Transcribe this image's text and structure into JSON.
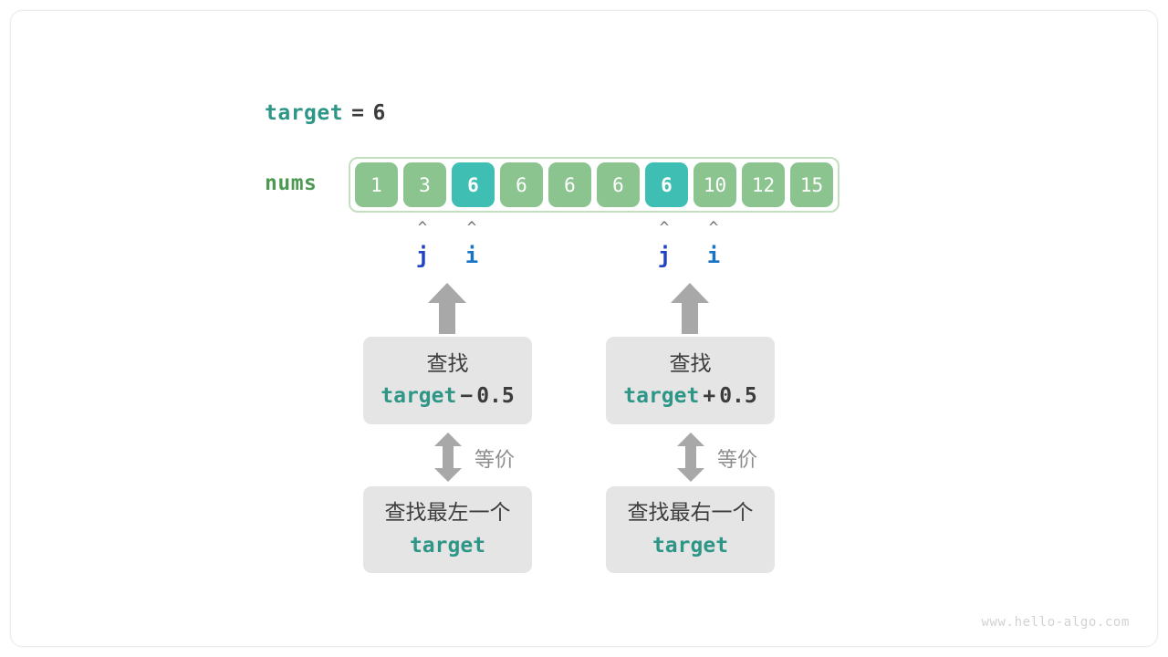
{
  "diagram": {
    "title_expr": {
      "name": "target",
      "operator": "=",
      "value": "6"
    },
    "array": {
      "label": "nums",
      "values": [
        "1",
        "3",
        "6",
        "6",
        "6",
        "6",
        "6",
        "10",
        "12",
        "15"
      ],
      "highlighted_indices": [
        2,
        6
      ],
      "cell_color": "#8cc490",
      "highlight_color": "#3fbfb4",
      "border_color": "#c4dfc0"
    },
    "pointer_groups": [
      {
        "id": "left",
        "caret": "^",
        "labels": [
          {
            "text": "j",
            "color": "#2042c4",
            "points_to_index": 1
          },
          {
            "text": "i",
            "color": "#1874c4",
            "points_to_index": 2
          }
        ]
      },
      {
        "id": "right",
        "caret": "^",
        "labels": [
          {
            "text": "j",
            "color": "#2042c4",
            "points_to_index": 6
          },
          {
            "text": "i",
            "color": "#1874c4",
            "points_to_index": 7
          }
        ]
      }
    ],
    "columns": [
      {
        "id": "left",
        "top_box": {
          "line1": "查找",
          "expr_keyword": "target",
          "expr_sign": "−",
          "expr_operand": "0.5"
        },
        "equiv_label": "等价",
        "bottom_box": {
          "line1": "查找最左一个",
          "line2": "target"
        }
      },
      {
        "id": "right",
        "top_box": {
          "line1": "查找",
          "expr_keyword": "target",
          "expr_sign": "+",
          "expr_operand": "0.5"
        },
        "equiv_label": "等价",
        "bottom_box": {
          "line1": "查找最右一个",
          "line2": "target"
        }
      }
    ],
    "colors": {
      "keyword_teal": "#2e9687",
      "array_green": "#4f9a53",
      "arrow_gray": "#a8a8a8",
      "box_gray": "#e5e5e5",
      "text_dark": "#3c3c3c"
    },
    "watermark": "www.hello-algo.com"
  }
}
